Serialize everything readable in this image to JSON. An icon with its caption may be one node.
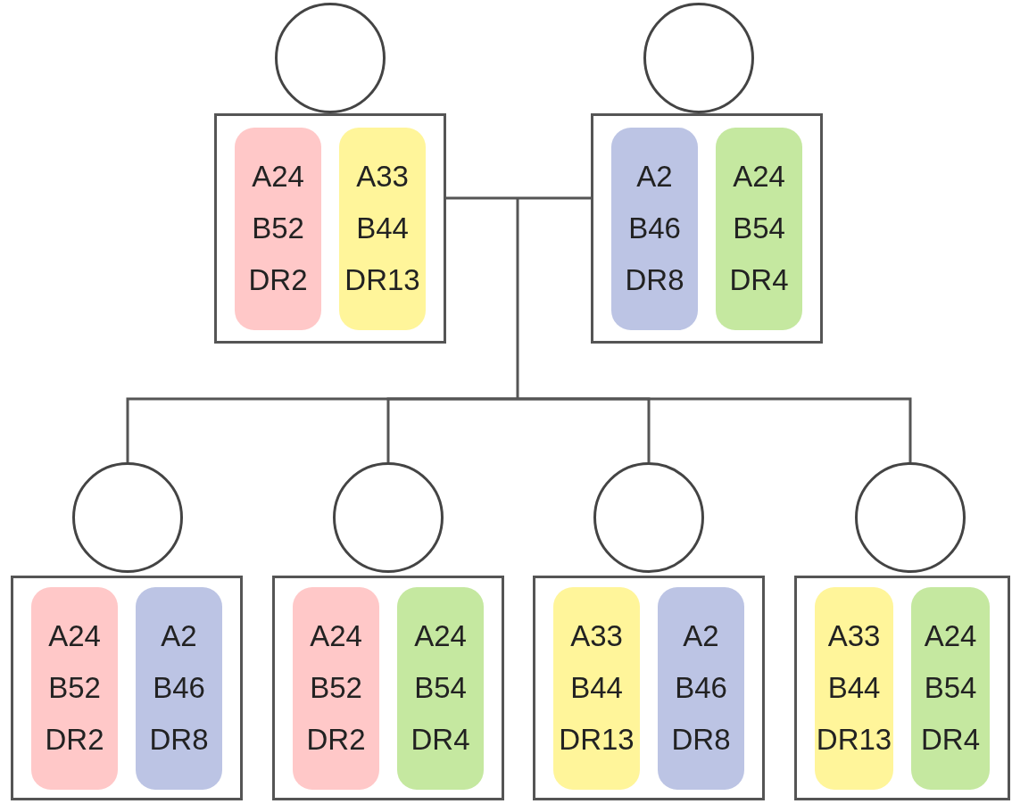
{
  "diagram": {
    "nodes": [
      {
        "text": [],
        "shape": "circle"
      },
      {
        "text": [],
        "shape": "circle"
      },
      {
        "text": [],
        "shape": "box"
      },
      {
        "text": [
          "A24 B52 DR2"
        ],
        "in": 2
      },
      {
        "text": [
          "A33 B44 DR13"
        ],
        "in": 2
      },
      {
        "text": [],
        "shape": "box"
      },
      {
        "text": [
          "A2 B46 DR8"
        ],
        "in": 5
      },
      {
        "text": [
          "A24 B54 DR4"
        ],
        "in": 5
      },
      {
        "text": [],
        "shape": "circle"
      },
      {
        "text": [],
        "shape": "circle"
      },
      {
        "text": [],
        "shape": "circle"
      },
      {
        "text": [],
        "shape": "circle"
      },
      {
        "text": [],
        "shape": "box"
      },
      {
        "text": [
          "A24 B52 DR2"
        ],
        "in": 12
      },
      {
        "text": [
          "A2 B46 DR8"
        ],
        "in": 12
      },
      {
        "text": [],
        "shape": "box"
      },
      {
        "text": [
          "A24 B52 DR2"
        ],
        "in": 15
      },
      {
        "text": [
          "A24 B54 DR4"
        ],
        "in": 15
      },
      {
        "text": [],
        "shape": "box"
      },
      {
        "text": [
          "A33 B44 DR13"
        ],
        "in": 18
      },
      {
        "text": [
          "A2 B46 DR8"
        ],
        "in": 18
      },
      {
        "text": [],
        "shape": "box"
      },
      {
        "text": [
          "A33 B44 DR13"
        ],
        "in": 21
      },
      {
        "text": [
          "A24 B54 DR4"
        ],
        "in": 21
      }
    ],
    "edges": [
      {
        "from": 2,
        "to": 5,
        "arrow": "none"
      },
      {
        "from": 2,
        "to": 8,
        "arrow": "none"
      },
      {
        "from": 5,
        "to": 8,
        "arrow": "none"
      },
      {
        "from": 2,
        "to": 9,
        "arrow": "none"
      },
      {
        "from": 5,
        "to": 9,
        "arrow": "none"
      },
      {
        "from": 2,
        "to": 10,
        "arrow": "none"
      },
      {
        "from": 5,
        "to": 10,
        "arrow": "none"
      },
      {
        "from": 2,
        "to": 11,
        "arrow": "none"
      },
      {
        "from": 5,
        "to": 11,
        "arrow": "none"
      }
    ]
  }
}
